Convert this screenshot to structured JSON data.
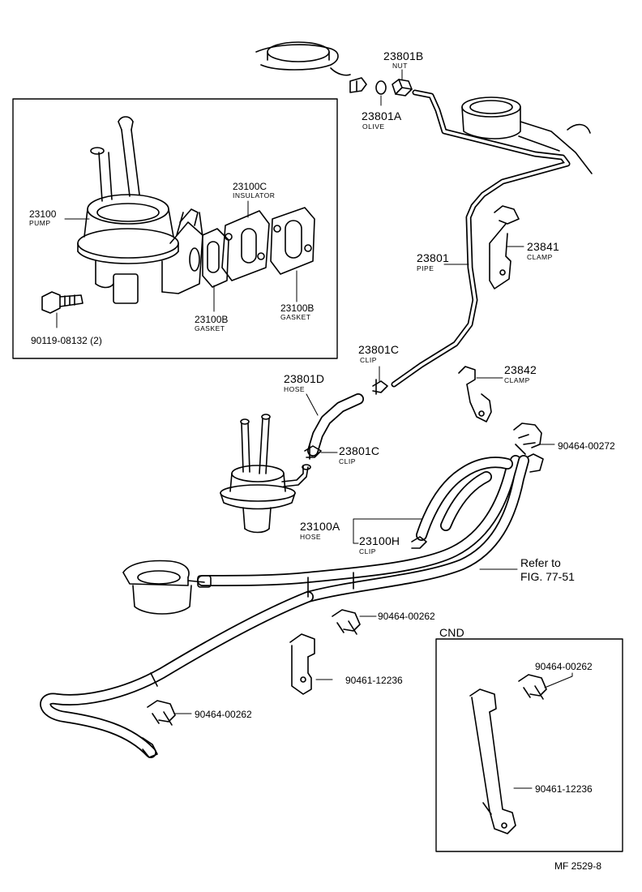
{
  "figure_code": "MF  2529-8",
  "refer": {
    "line1": "Refer to",
    "line2": "FIG. 77-51"
  },
  "cnd_label": "CND",
  "parts": {
    "p23801B": {
      "number": "23801B",
      "name": "NUT"
    },
    "p23801A": {
      "number": "23801A",
      "name": "OLIVE"
    },
    "p23100": {
      "number": "23100",
      "name": "PUMP"
    },
    "p23100C": {
      "number": "23100C",
      "name": "INSULATOR"
    },
    "p23100B_1": {
      "number": "23100B",
      "name": "GASKET"
    },
    "p23100B_2": {
      "number": "23100B",
      "name": "GASKET"
    },
    "bolt": {
      "number": "90119-08132 (2)"
    },
    "p23801": {
      "number": "23801",
      "name": "PIPE"
    },
    "p23841": {
      "number": "23841",
      "name": "CLAMP"
    },
    "p23801C_1": {
      "number": "23801C",
      "name": "CLIP"
    },
    "p23842": {
      "number": "23842",
      "name": "CLAMP"
    },
    "p23801D": {
      "number": "23801D",
      "name": "HOSE"
    },
    "p23801C_2": {
      "number": "23801C",
      "name": "CLIP"
    },
    "p90464_272": {
      "number": "90464-00272"
    },
    "p23100A": {
      "number": "23100A",
      "name": "HOSE"
    },
    "p23100H": {
      "number": "23100H",
      "name": "CLIP"
    },
    "p90464_262a": {
      "number": "90464-00262"
    },
    "p90461_a": {
      "number": "90461-12236"
    },
    "p90464_262b": {
      "number": "90464-00262"
    },
    "p90464_262c": {
      "number": "90464-00262"
    },
    "p90461_b": {
      "number": "90461-12236"
    }
  }
}
